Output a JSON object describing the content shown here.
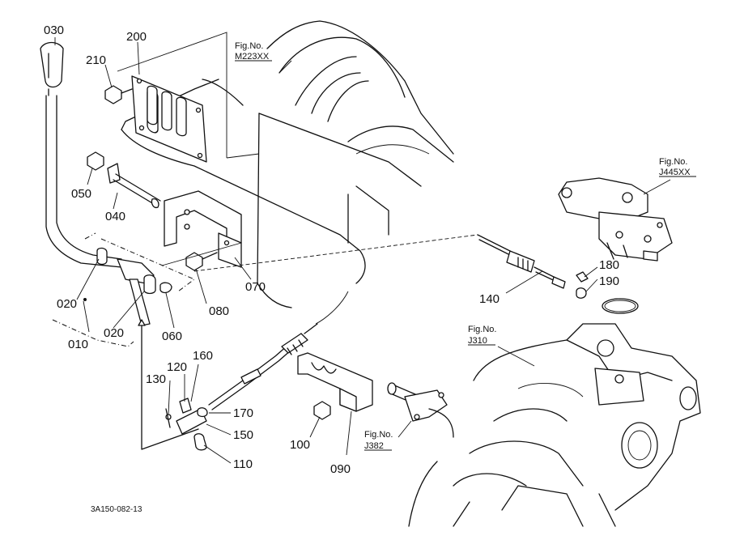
{
  "parts": {
    "p010": "010",
    "p020a": "020",
    "p020b": "020",
    "p030": "030",
    "p040": "040",
    "p050": "050",
    "p060": "060",
    "p070": "070",
    "p080": "080",
    "p090": "090",
    "p100": "100",
    "p110": "110",
    "p120": "120",
    "p130": "130",
    "p140": "140",
    "p150": "150",
    "p160": "160",
    "p170": "170",
    "p180": "180",
    "p190": "190",
    "p200": "200",
    "p210": "210"
  },
  "figrefs": {
    "m223_label": "Fig.No.",
    "m223_value": "M223XX",
    "j445_label": "Fig.No.",
    "j445_value": "J445XX",
    "j310_label": "Fig.No.",
    "j310_value": "J310",
    "j382_label": "Fig.No.",
    "j382_value": "J382"
  },
  "drawing_code": "3A150-082-13"
}
